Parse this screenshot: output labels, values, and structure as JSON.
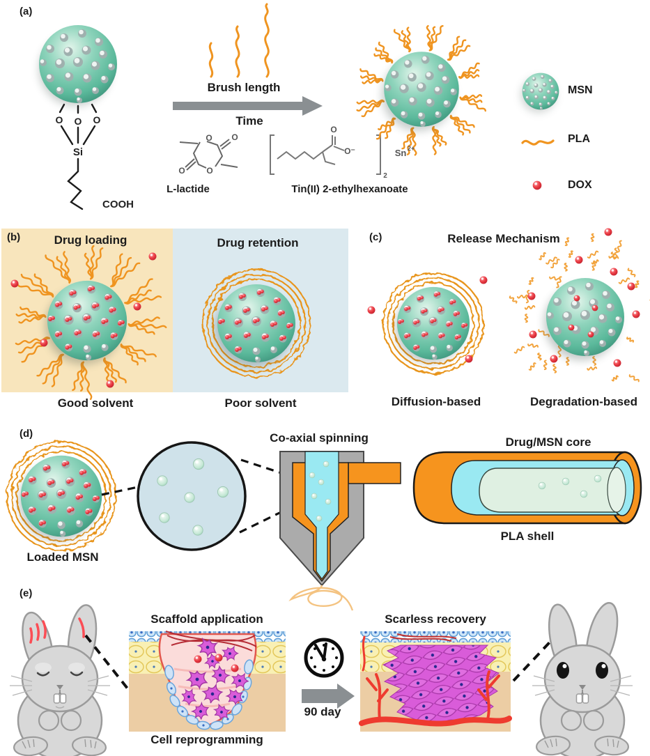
{
  "figure": {
    "panel_a": {
      "label": "(a)",
      "chain": {
        "o1": "O",
        "o2": "O",
        "o3": "O",
        "si": "Si",
        "cooh": "COOH"
      },
      "brush_length": "Brush length",
      "time": "Time",
      "l_lactide": "L-lactide",
      "catalyst": "Tin(II) 2-ethylhexanoate",
      "lactide_atoms": {
        "o_ring_top": "O",
        "o_carbonyl_top": "O",
        "o_ring_bottom": "O",
        "o_carbonyl_bottom": "O"
      },
      "tin_atoms": {
        "o_top": "O",
        "o_minus": "O⁻",
        "sn": "Sn",
        "sn_sup": "2+",
        "bracket_sub": "2"
      },
      "legend": {
        "msn": "MSN",
        "pla": "PLA",
        "dox": "DOX"
      }
    },
    "panel_b": {
      "label": "(b)",
      "left_title": "Drug loading",
      "right_title": "Drug retention",
      "left_caption": "Good solvent",
      "right_caption": "Poor solvent"
    },
    "panel_c": {
      "label": "(c)",
      "title": "Release Mechanism",
      "left_caption": "Diffusion-based",
      "right_caption": "Degradation-based"
    },
    "panel_d": {
      "label": "(d)",
      "loaded_msn": "Loaded MSN",
      "spinning": "Co-axial spinning",
      "core": "Drug/MSN core",
      "shell": "PLA shell"
    },
    "panel_e": {
      "label": "(e)",
      "scaffold": "Scaffold application",
      "reprogramming": "Cell reprogramming",
      "duration": "90 day",
      "recovery": "Scarless recovery"
    },
    "colors": {
      "msn_teal": "#6cc3a8",
      "pla_orange": "#f0941f",
      "dox_red": "#e8393f",
      "good_solvent_bg": "#f8e5bc",
      "poor_solvent_bg": "#dbe9ef",
      "arrow_gray": "#8a8f92",
      "scaffold_magenta": "#d95cd9",
      "dermis_tan": "#eccda4",
      "fat_yellow": "#f9f0b4",
      "epithelium_blue": "#cfe6f8"
    }
  }
}
